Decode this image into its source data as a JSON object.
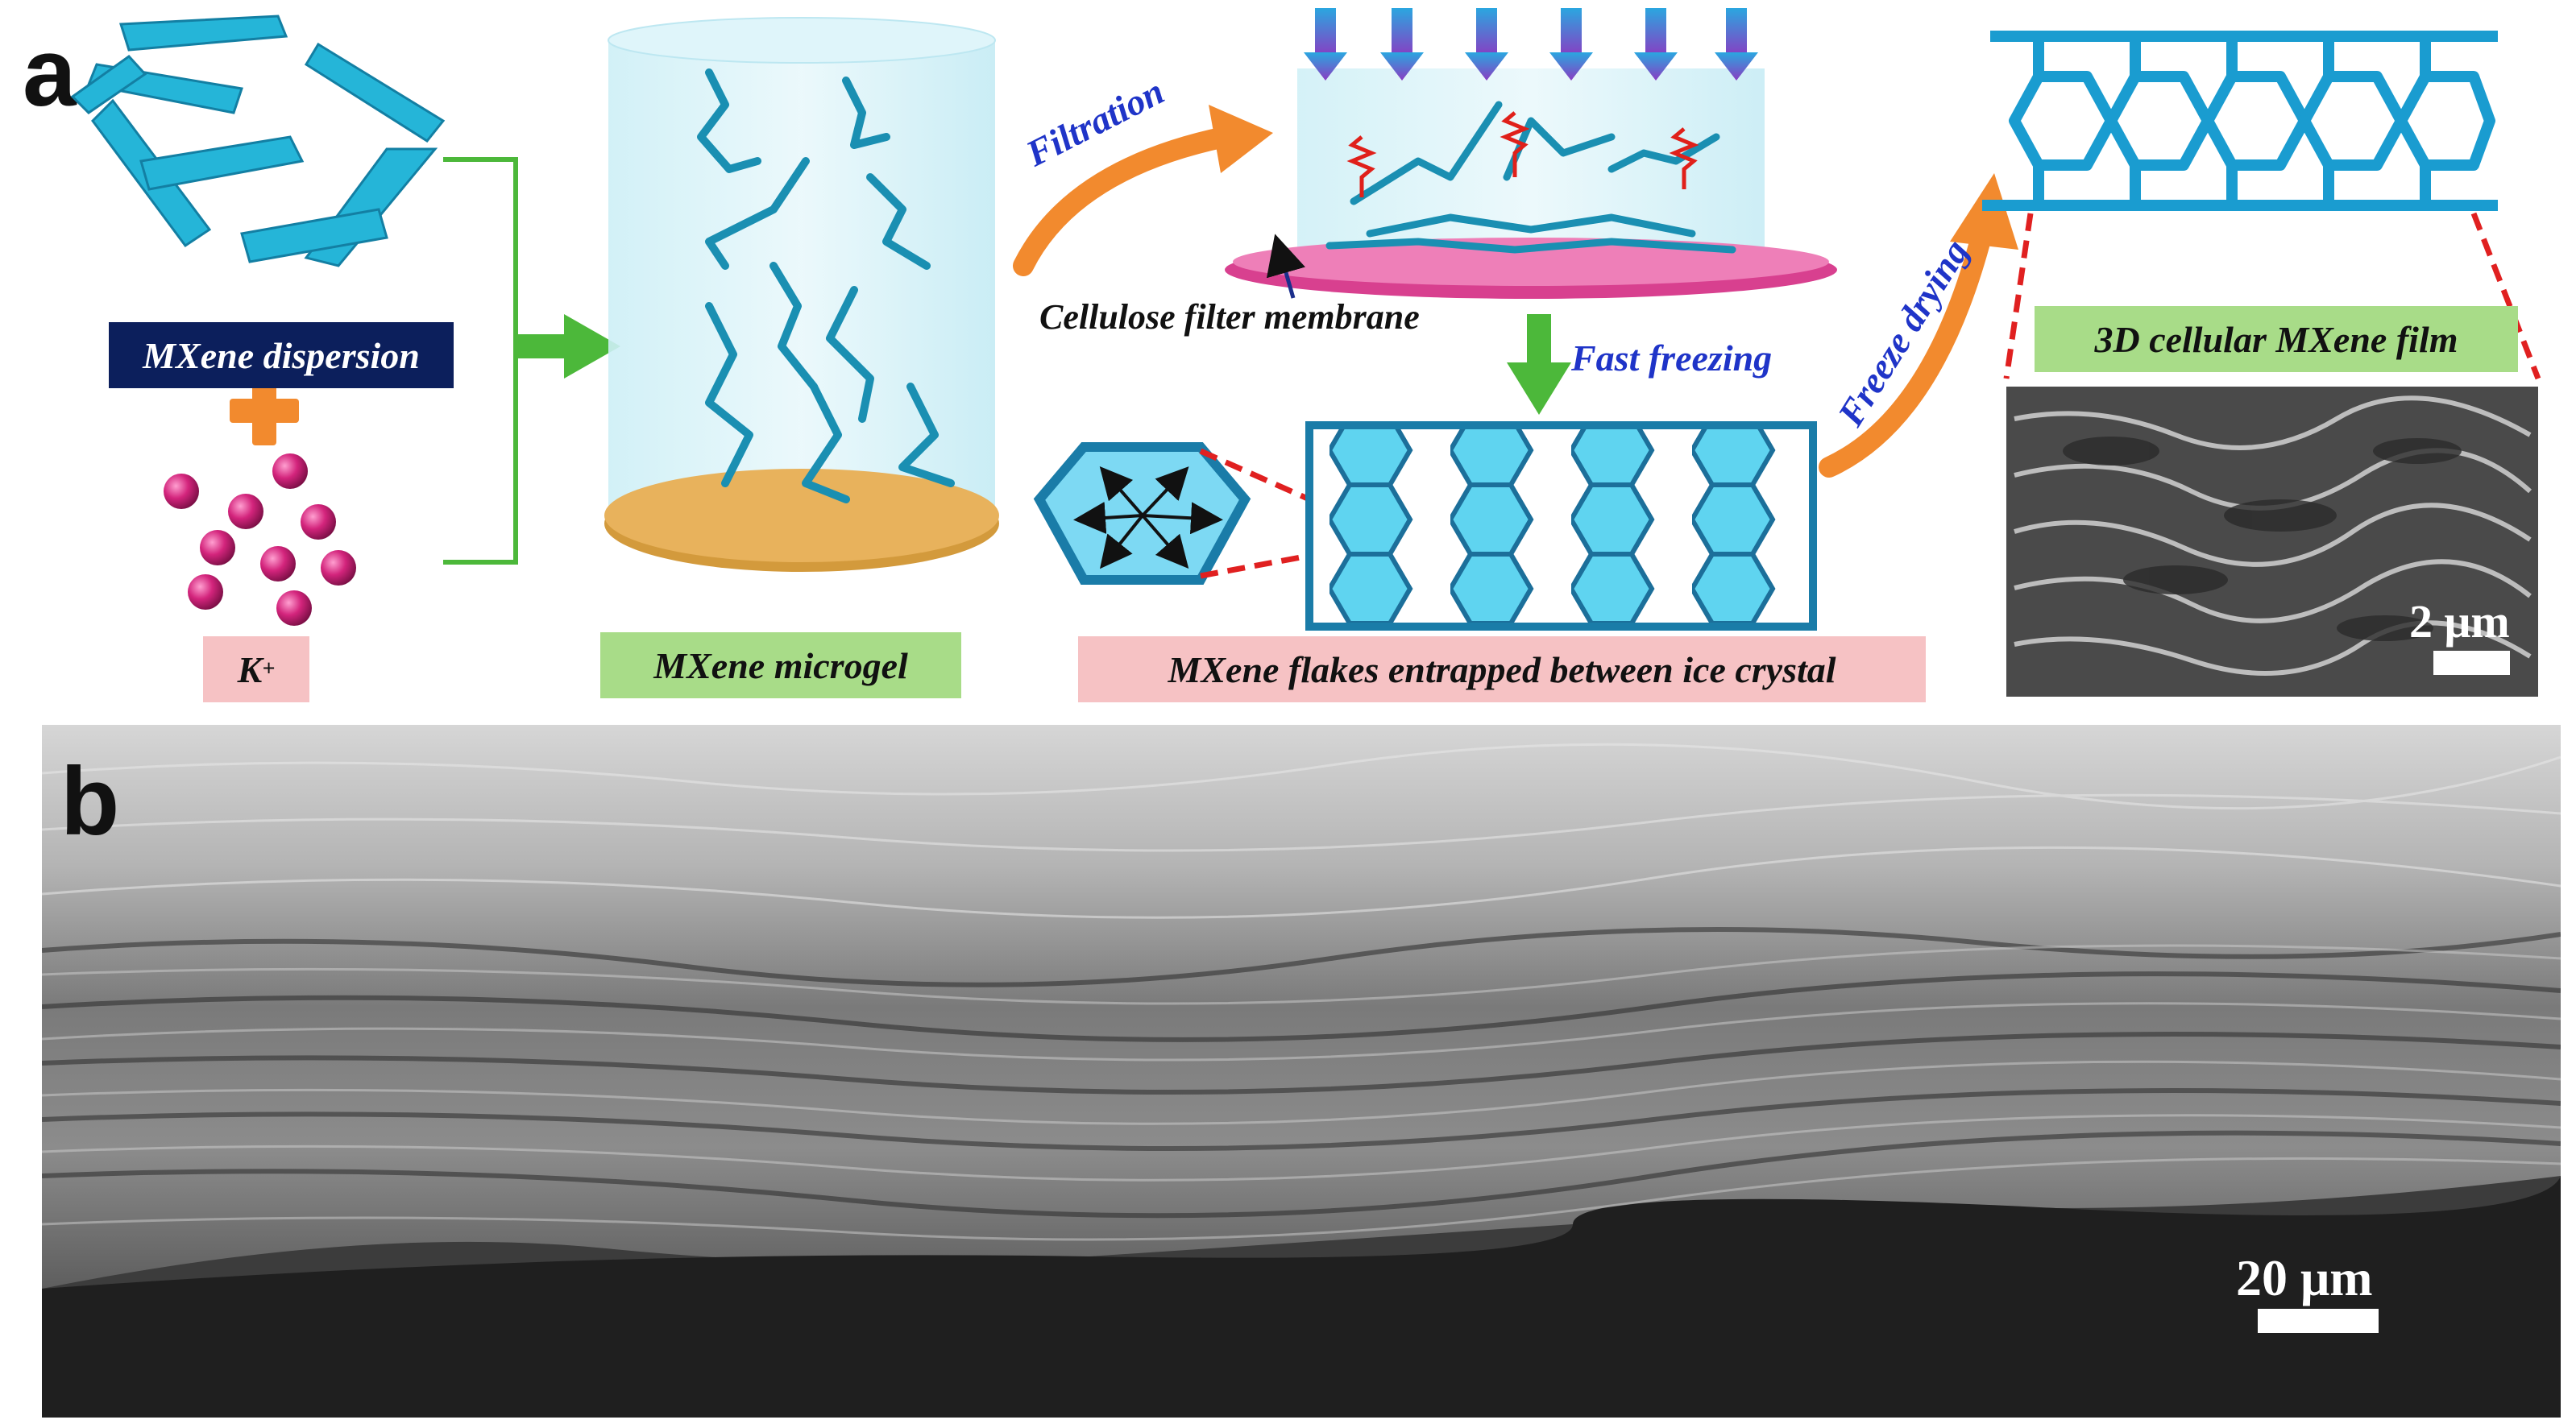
{
  "panels": {
    "a": "a",
    "b": "b"
  },
  "labels": {
    "mxene_dispersion": "MXene dispersion",
    "potassium": "K",
    "potassium_sup": "+",
    "mxene_microgel": "MXene microgel",
    "filtration": "Filtration",
    "cellulose_filter_membrane": "Cellulose filter membrane",
    "fast_freezing": "Fast freezing",
    "flakes_entrapped": "MXene flakes entrapped between ice crystal",
    "freeze_drying": "Freeze drying",
    "cellular_film": "3D cellular MXene film"
  },
  "scale_bars": {
    "small": "2 μm",
    "large": "20 μm"
  },
  "colors": {
    "mxene_cyan": "#25b5d8",
    "navy_label": "#0c1f5c",
    "pink_label": "#f6c2c4",
    "green_label": "#a8dc88",
    "arrow_green": "#4cb83a",
    "arrow_orange": "#f28a2e",
    "magenta_ion": "#d3247c",
    "filter_pink": "#d8408f",
    "red_dash": "#e02020"
  }
}
